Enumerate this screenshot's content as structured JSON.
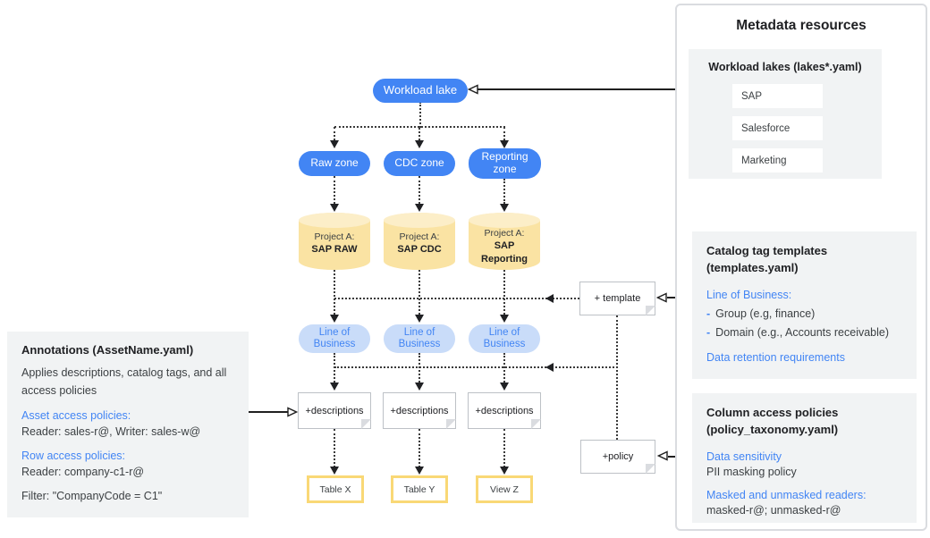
{
  "colors": {
    "accent_blue": "#4285F4",
    "pill_blue": "#4285F4",
    "lob_bg": "#C9DCF9",
    "cylinder_body": "#FAE3A3",
    "cylinder_top": "#FCEEC8",
    "table_border": "#F9D876",
    "panel_gray": "#F1F3F4",
    "line_dark": "#1F1F1F"
  },
  "diagram": {
    "workload_lake_label": "Workload lake",
    "zones": [
      "Raw zone",
      "CDC zone",
      "Reporting zone"
    ],
    "project_prefix": "Project A:",
    "projects": [
      "SAP RAW",
      "SAP CDC",
      "SAP Reporting"
    ],
    "lob_label": "Line of Business",
    "descriptions_label": "+descriptions",
    "template_label": "+ template",
    "policy_label": "+policy",
    "tables": [
      "Table X",
      "Table Y",
      "View Z"
    ]
  },
  "annotations_panel": {
    "title": "Annotations (AssetName.yaml)",
    "description": "Applies descriptions, catalog tags, and all access policies",
    "asset_heading": "Asset access policies:",
    "asset_value": "Reader: sales-r@, Writer: sales-w@",
    "row_heading": "Row access policies:",
    "row_value": "Reader: company-c1-r@",
    "filter_value": "Filter: \"CompanyCode = C1\""
  },
  "metadata_panel": {
    "title": "Metadata resources",
    "workload_lakes": {
      "title": "Workload lakes (lakes*.yaml)",
      "items": [
        "SAP",
        "Salesforce",
        "Marketing"
      ]
    },
    "catalog_templates": {
      "title": "Catalog tag templates (templates.yaml)",
      "lob_heading": "Line of Business:",
      "bullet_dash": "-",
      "bullets": [
        "Group (e.g, finance)",
        "Domain (e.g., Accounts receivable)"
      ],
      "retention_heading": "Data retention requirements"
    },
    "column_policies": {
      "title": "Column access policies (policy_taxonomy.yaml)",
      "sensitivity_heading": "Data sensitivity",
      "sensitivity_value": "PII masking policy",
      "readers_heading": "Masked and unmasked readers:",
      "readers_value": "masked-r@; unmasked-r@"
    }
  }
}
